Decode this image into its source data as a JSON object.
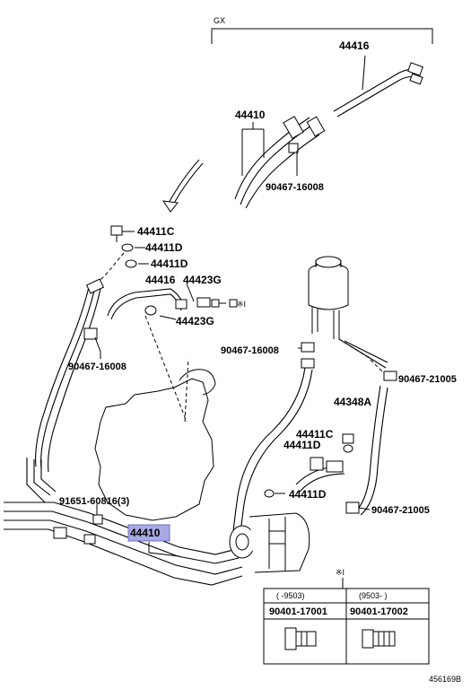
{
  "diagram": {
    "variant_label": "GX",
    "parts": {
      "p44416_top": "44416",
      "p44410_top": "44410",
      "p90467_16008_top": "90467-16008",
      "p44411C_top": "44411C",
      "p44411D_a": "44411D",
      "p44411D_b": "44411D",
      "p44416_mid": "44416",
      "p44423G_a": "44423G",
      "p44423G_b": "44423G",
      "note_mark_mid": "※I",
      "p90467_16008_left": "90467-16008",
      "p90467_16008_mid": "90467-16008",
      "p90467_21005_a": "90467-21005",
      "p44348A": "44348A",
      "p44411C_low": "44411C",
      "p44411D_low": "44411D",
      "p44411D_low2": "44411D",
      "p91651": "91651-60816(3)",
      "p90467_21005_b": "90467-21005",
      "p44410_highlight": "44410"
    },
    "table": {
      "note_mark": "※I",
      "col1_range": "(    -9503)",
      "col2_range": "(9503-    )",
      "col1_part": "90401-17001",
      "col2_part": "90401-17002"
    },
    "figure_id": "456169B"
  }
}
